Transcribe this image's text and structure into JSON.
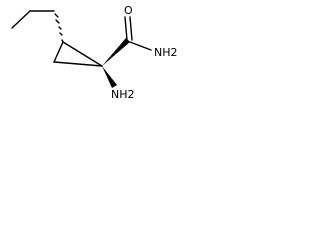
{
  "molecule": {
    "atoms": {
      "amide_nitrogen": "NH2",
      "amide_oxygen": "O",
      "amino_nitrogen": "NH2"
    },
    "colors": {
      "bond": "#000000",
      "label": "#000000",
      "background": "#ffffff"
    }
  }
}
